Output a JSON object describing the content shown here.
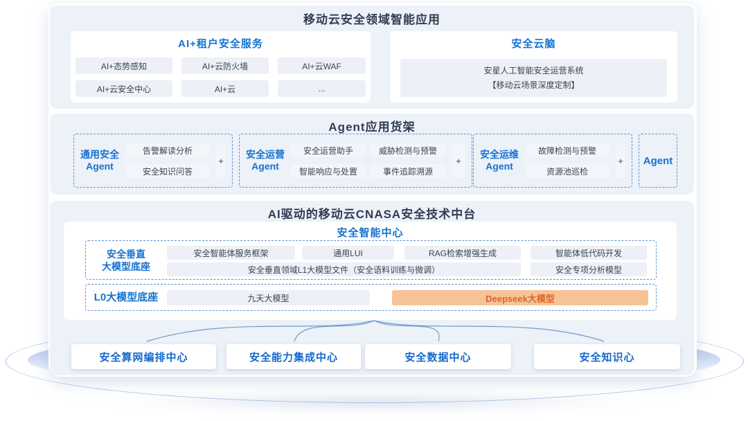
{
  "colors": {
    "panel_bg": "#edf1f8",
    "accent_blue": "#1472d2",
    "title_dark": "#323c51",
    "chip_bg": "#edf0f7",
    "dashed_border": "#5e91cf",
    "highlight_bg": "#f6c397",
    "highlight_text": "#dd6527",
    "curve_stroke": "#5e93cf"
  },
  "sections": {
    "apps": {
      "title": "移动云安全领域智能应用",
      "tenant": {
        "title": "AI+租户安全服务",
        "items": [
          "AI+态势感知",
          "AI+云防火墙",
          "AI+云WAF",
          "AI+云安全中心",
          "AI+云",
          "..."
        ]
      },
      "brain": {
        "title": "安全云脑",
        "lines": [
          "安星人工智能安全运营系统",
          "【移动云场景深度定制】"
        ]
      }
    },
    "agents": {
      "title": "Agent应用货架",
      "plus": "+",
      "groups": [
        {
          "label_cn": "通用安全",
          "label_en": "Agent",
          "items": [
            "告警解读分析",
            "安全知识问答"
          ]
        },
        {
          "label_cn": "安全运营",
          "label_en": "Agent",
          "items": [
            "安全运营助手",
            "威胁检测与预警",
            "智能响应与处置",
            "事件追踪溯源"
          ]
        },
        {
          "label_cn": "安全运维",
          "label_en": "Agent",
          "items": [
            "故障检测与预警",
            "资源池巡检"
          ]
        },
        {
          "label": "Agent"
        }
      ]
    },
    "platform": {
      "title": "AI驱动的移动云CNASA安全技术中台",
      "intelligence_center": {
        "title": "安全智能中心",
        "vertical_model": {
          "label_line1": "安全垂直",
          "label_line2": "大模型底座",
          "row1": [
            "安全智能体服务框架",
            "通用LUI",
            "RAG检索增强生成",
            "智能体低代码开发"
          ],
          "row2_long": "安全垂直领域L1大模型文件（安全语料训练与微调）",
          "row2_right": "安全专项分析模型"
        },
        "l0_model": {
          "label": "L0大模型底座",
          "items": [
            "九天大模型",
            "Deepseek大模型"
          ]
        }
      },
      "centers": [
        "安全算网编排中心",
        "安全能力集成中心",
        "安全数据中心",
        "安全知识心"
      ]
    }
  }
}
